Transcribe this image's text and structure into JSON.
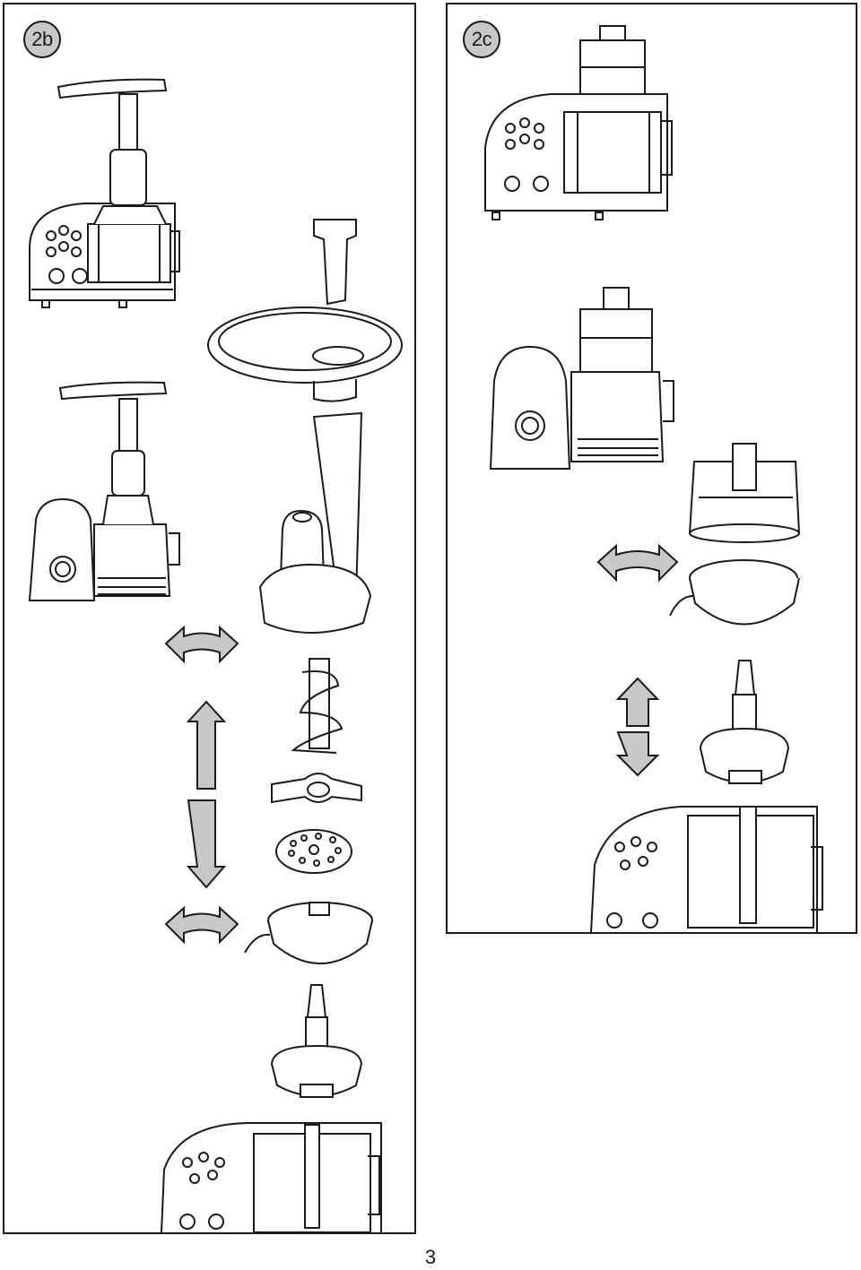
{
  "panels": [
    {
      "label": "2b"
    },
    {
      "label": "2c"
    }
  ],
  "page_number": "3",
  "colors": {
    "line": "#1a1a1a",
    "arrow_fill": "#c8c8c8",
    "badge_fill": "#c8c8c8",
    "background": "#ffffff"
  },
  "icons": [
    "food-processor",
    "mincer-tray",
    "food-pusher",
    "mincer-body",
    "feed-screw",
    "cutting-blade",
    "mincing-disc",
    "bowl-adapter",
    "drive-shaft",
    "rotate-arrow",
    "up-down-arrow",
    "juicer-basket"
  ]
}
